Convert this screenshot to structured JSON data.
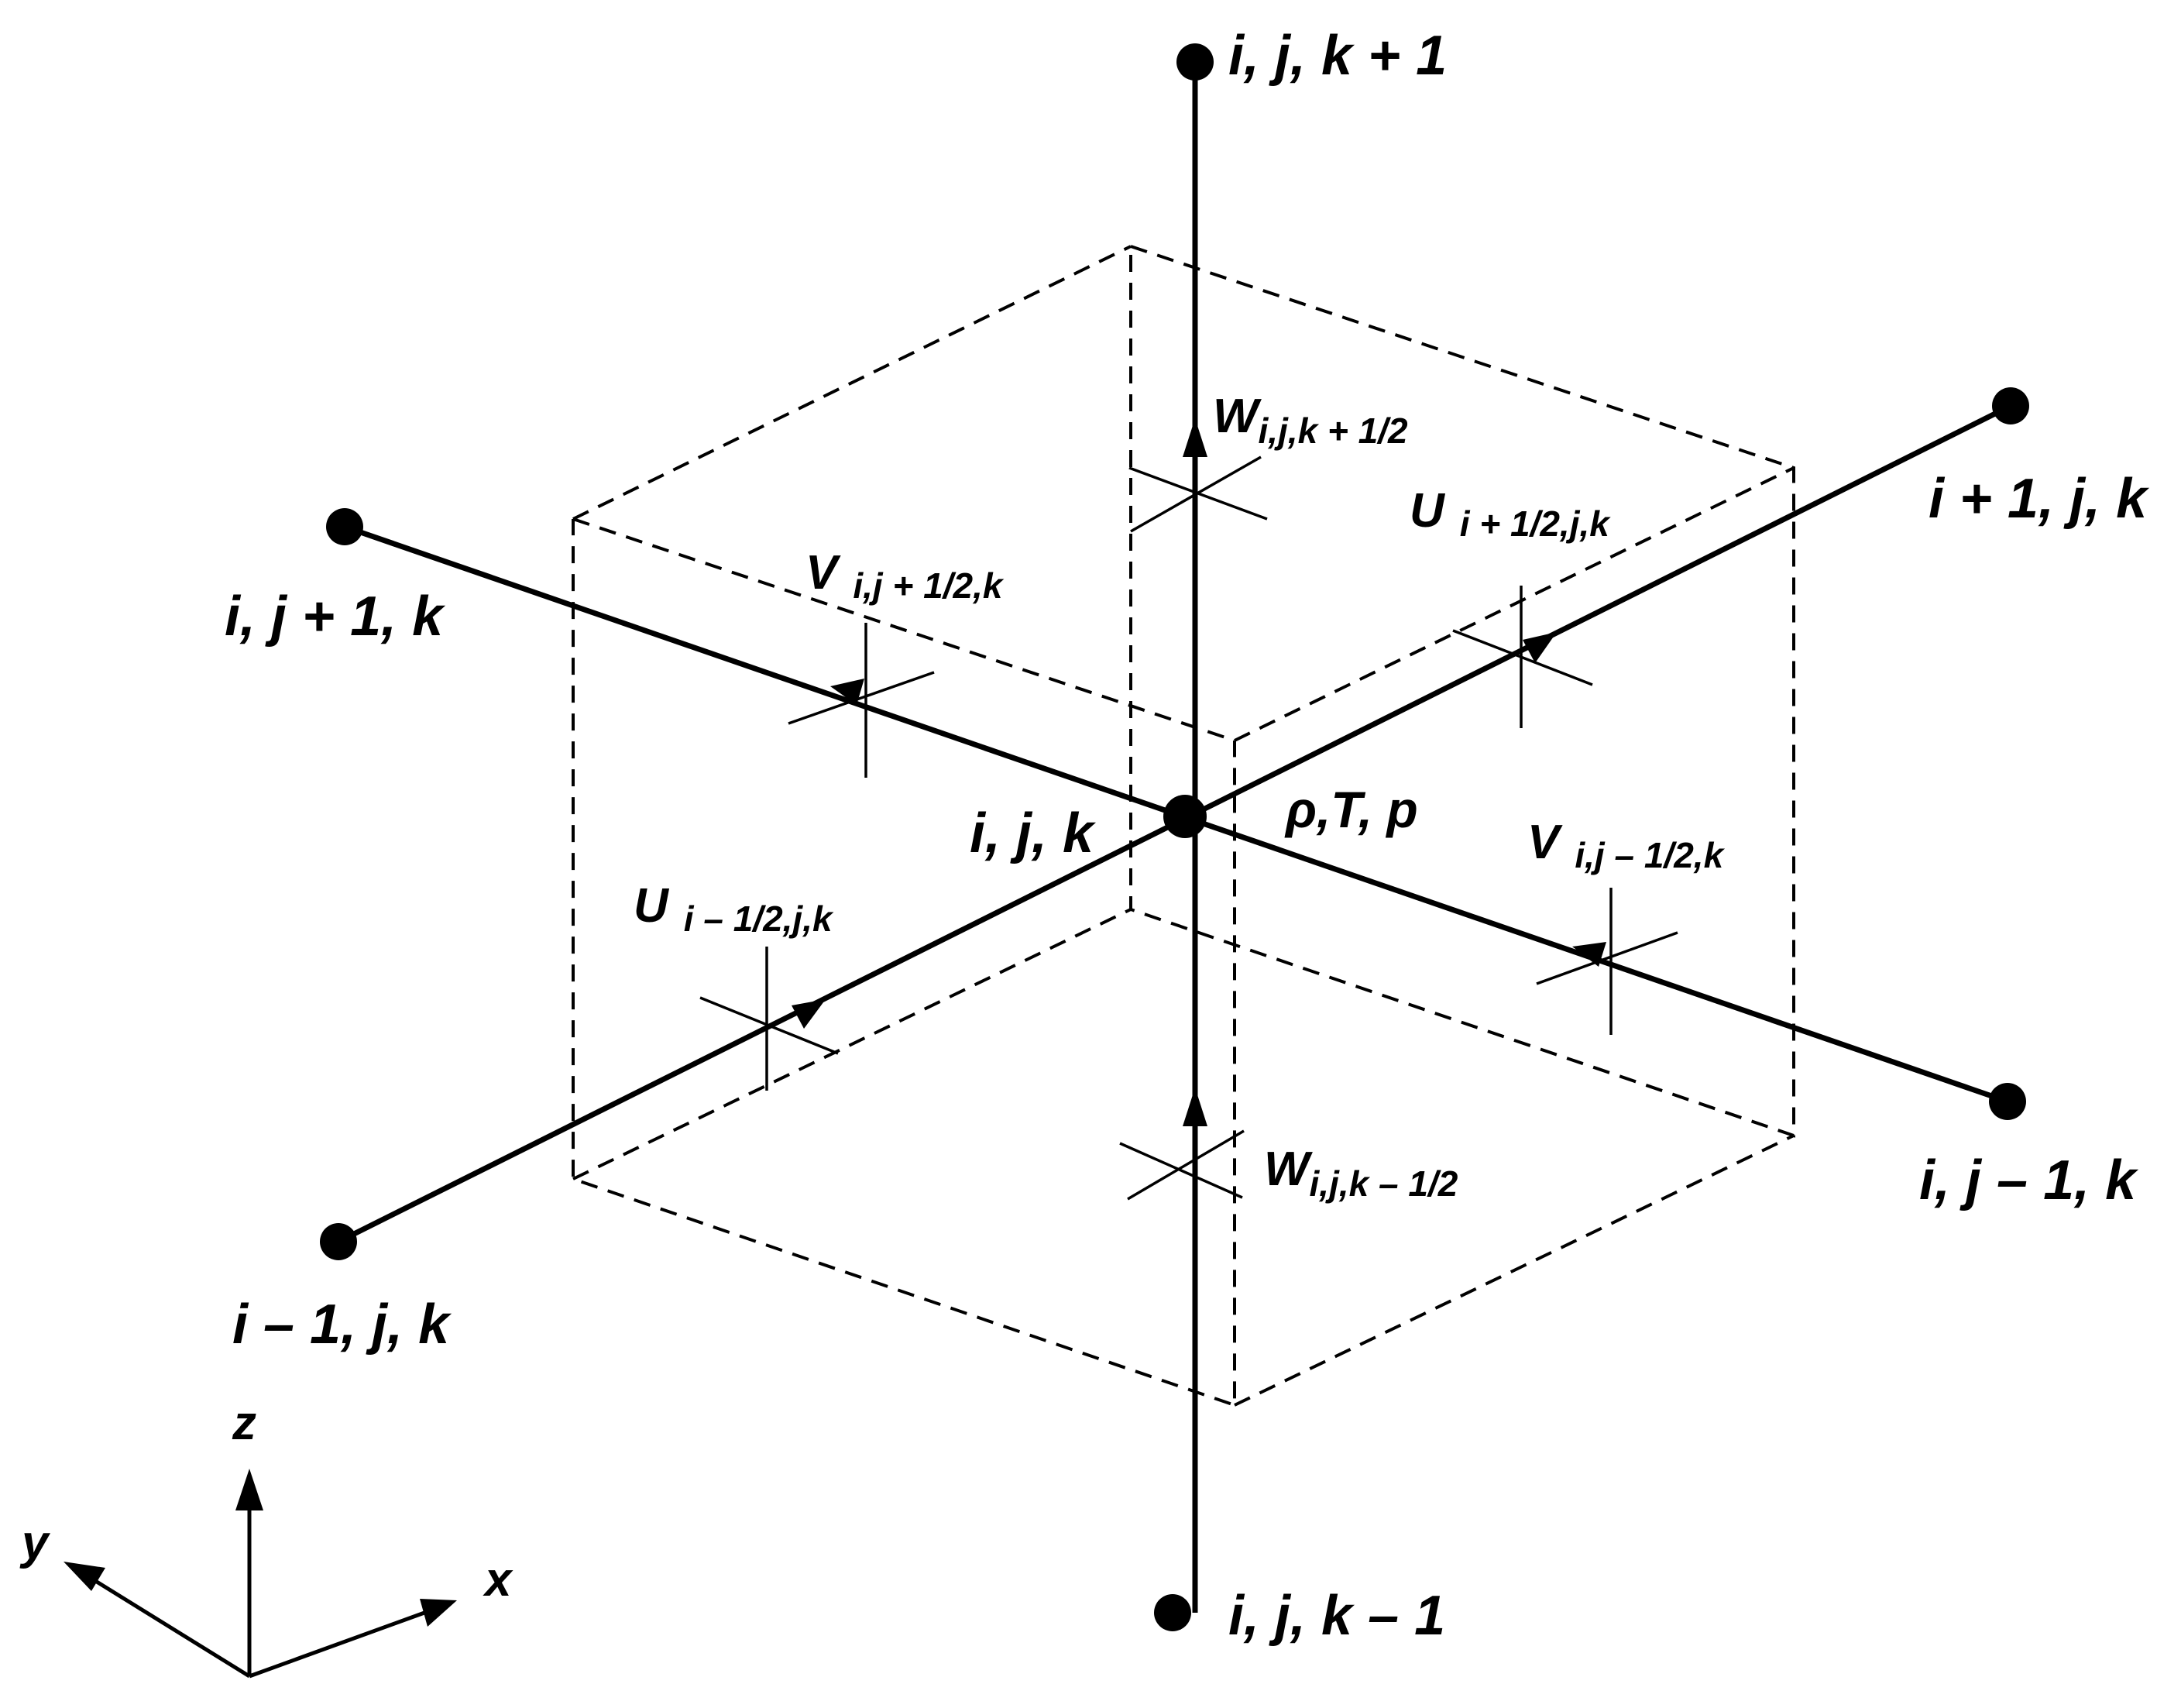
{
  "colors": {
    "ink": "#000000",
    "background": "#ffffff"
  },
  "nodes": {
    "top": "i, j, k + 1",
    "right_upper": "i + 1, j, k",
    "left_upper": "i, j + 1, k",
    "center": "i, j, k",
    "right_lower": "i, j – 1, k",
    "left_lower": "i – 1, j, k",
    "bottom": "i, j, k – 1"
  },
  "center_properties": "ρ,T, p",
  "velocities": {
    "w_top": {
      "symbol": "W",
      "subscript": "i,j,k + 1/2"
    },
    "u_right": {
      "symbol": "U",
      "subscript": "i + 1/2,j,k"
    },
    "v_left": {
      "symbol": "V",
      "subscript": "i,j + 1/2,k"
    },
    "v_right": {
      "symbol": "V",
      "subscript": "i,j – 1/2,k"
    },
    "u_left": {
      "symbol": "U",
      "subscript": "i – 1/2,j,k"
    },
    "w_bottom": {
      "symbol": "W",
      "subscript": "i,j,k – 1/2"
    }
  },
  "axes": {
    "z": "z",
    "y": "y",
    "x": "x"
  }
}
